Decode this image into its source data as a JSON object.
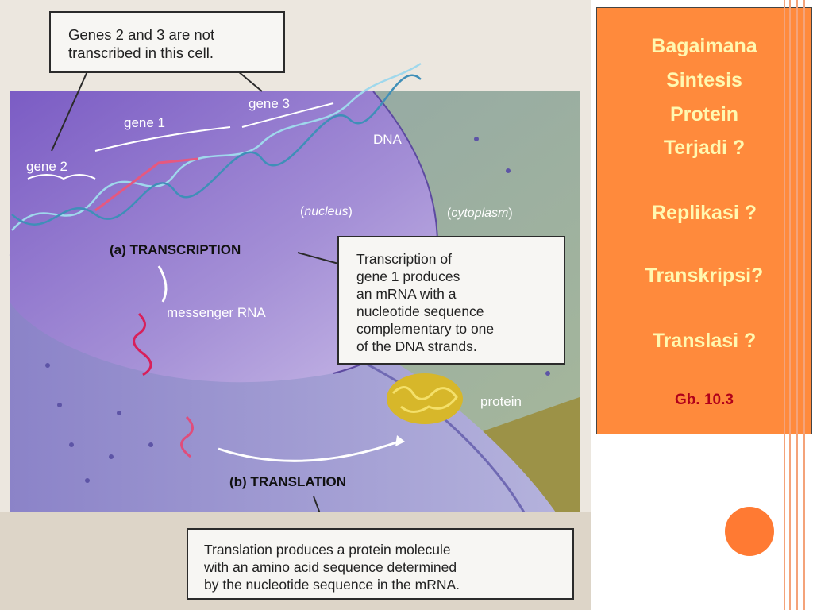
{
  "callouts": {
    "genes_not_transcribed": [
      "Genes 2 and 3 are not",
      "transcribed in this cell."
    ],
    "transcription_note": [
      "Transcription of",
      "gene 1 produces",
      "an mRNA with a",
      "nucleotide sequence",
      "complementary to one",
      "of the DNA strands."
    ],
    "translation_note": [
      "Translation produces a protein molecule",
      "with an amino acid sequence determined",
      "by the nucleotide sequence in the mRNA."
    ]
  },
  "labels": {
    "gene1": "gene 1",
    "gene2": "gene 2",
    "gene3": "gene 3",
    "dna": "DNA",
    "nucleus": "nucleus",
    "cytoplasm": "cytoplasm",
    "transcription_heading": "(a) TRANSCRIPTION",
    "mrna": "messenger RNA",
    "protein": "protein",
    "translation_heading": "(b) TRANSLATION"
  },
  "side_panel": {
    "questions": [
      "Bagaimana",
      "Sintesis",
      "Protein",
      "Terjadi ?",
      "Replikasi ?",
      "Transkripsi?",
      "Translasi ?"
    ],
    "figure_ref": "Gb. 10.3"
  },
  "colors": {
    "panel_bg": "#ff8a3c",
    "panel_text": "#fff8b0",
    "figure_ref_text": "#b0001a",
    "nucleus": "#9b7fd0",
    "cytoplasm": "#9aaea4",
    "accent_circle": "#ff7a33"
  }
}
